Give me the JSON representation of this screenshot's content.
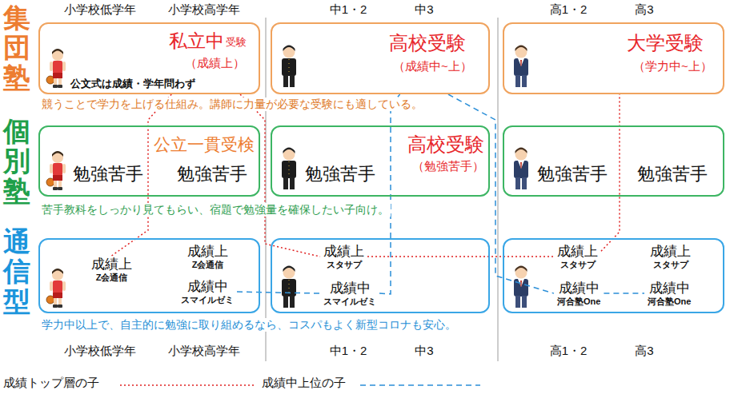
{
  "diagram": {
    "nodes": [
      {
        "text": [
          "私立中",
          "受験",
          "（成績上）",
          "公文式は成績・学年問わず"
        ]
      },
      {
        "text": [
          "高校受験",
          "（成績中~上）"
        ]
      },
      {
        "text": [
          "大学受験",
          "（学力中~上）"
        ]
      },
      {
        "text": [
          "公立一貫受検",
          "勉強苦手",
          "勉強苦手"
        ]
      },
      {
        "text": [
          "高校受験",
          "（勉強苦手）",
          "勉強苦手"
        ]
      },
      {
        "text": [
          "勉強苦手",
          "勉強苦手"
        ]
      },
      {
        "text": []
      },
      {
        "text": [
          "成績上",
          "Z会通信"
        ],
        "in": 6
      },
      {
        "text": [
          "成績上",
          "Z会通信"
        ],
        "in": 6
      },
      {
        "text": [
          "成績中",
          "スマイルゼミ"
        ],
        "in": 6
      },
      {
        "text": []
      },
      {
        "text": [
          "成績上",
          "スタサプ"
        ],
        "in": 10
      },
      {
        "text": [
          "成績中",
          "スマイルゼミ"
        ],
        "in": 10
      },
      {
        "text": []
      },
      {
        "text": [
          "成績上",
          "スタサプ"
        ],
        "in": 13
      },
      {
        "text": [
          "成績上",
          "スタサプ"
        ],
        "in": 13
      },
      {
        "text": [
          "成績中",
          "河合塾One"
        ],
        "in": 13
      },
      {
        "text": [
          "成績中",
          "河合塾One"
        ],
        "in": 13
      }
    ],
    "edges": [
      {
        "from": 7,
        "to": 0,
        "arrow": "none"
      },
      {
        "from": 0,
        "to": 11,
        "arrow": "none"
      },
      {
        "from": 11,
        "to": 14,
        "arrow": "none"
      },
      {
        "from": 14,
        "to": 2,
        "arrow": "none"
      },
      {
        "from": 9,
        "to": 12,
        "arrow": "none"
      },
      {
        "from": 12,
        "to": 1,
        "arrow": "none"
      },
      {
        "from": 1,
        "to": 16,
        "arrow": "none"
      },
      {
        "from": 16,
        "to": 17,
        "arrow": "none"
      }
    ],
    "labels": [
      "小学校低学年",
      "小学校高学年",
      "中1・2",
      "中3",
      "高1・2",
      "高3",
      "集団塾",
      "競うことで学力を上げる仕組み。講師に力量が必要な受験にも適している。",
      "個別塾",
      "苦手教科をしっかり見てもらい、宿題で勉強量を確保したい子向け。",
      "通信型",
      "学力中以上で、自主的に勉強に取り組めるなら、コスパもよく新型コロナも安心。",
      "小学校低学年",
      "小学校高学年",
      "中1・2",
      "中3",
      "高1・2",
      "高3"
    ],
    "legend": [
      {
        "text": "成績トップ層の子"
      },
      {
        "text": "成績中上位の子"
      }
    ]
  }
}
